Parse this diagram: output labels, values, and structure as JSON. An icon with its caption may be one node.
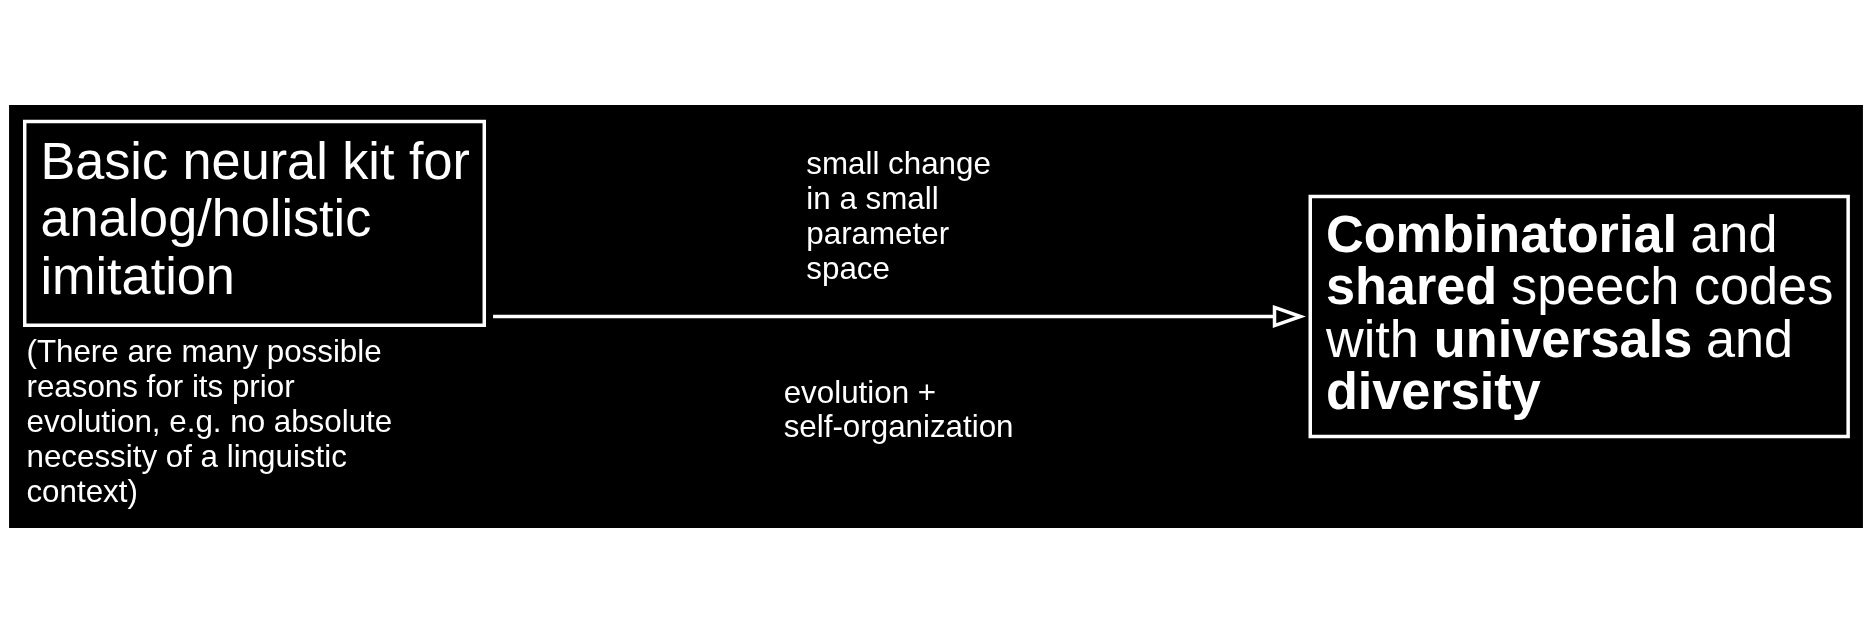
{
  "diagram": {
    "nodes": [
      {
        "text": [
          "Basic neural kit for analog/holistic imitation"
        ],
        "beside": [
          "(There are many possible reasons for its prior evolution, e.g. no absolute necessity of a linguistic context)"
        ]
      },
      {
        "text": [
          "**Combinatorial** and **shared** speech codes with **universals** and **diversity**"
        ]
      }
    ],
    "edges": [
      {
        "from": 0,
        "to": 1,
        "arrow": "to",
        "label": "small change in a small parameter space"
      }
    ],
    "labels": [
      "evolution + self-organization"
    ]
  }
}
